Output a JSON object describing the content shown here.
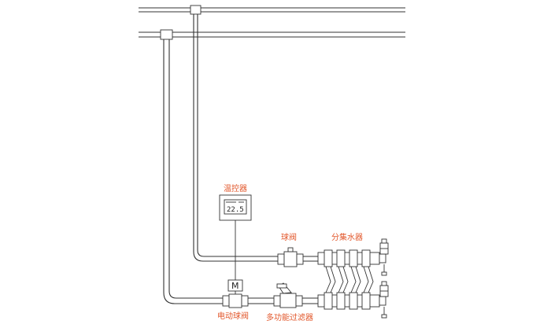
{
  "labels": {
    "thermostat": "温控器",
    "ball_valve": "球阀",
    "manifold": "分集水器",
    "motorized_valve": "电动球阀",
    "filter": "多功能过滤器"
  },
  "thermostat_display": "22.5",
  "actuator_mark": "M",
  "colors": {
    "label": "#e2572b",
    "line": "#333333"
  }
}
